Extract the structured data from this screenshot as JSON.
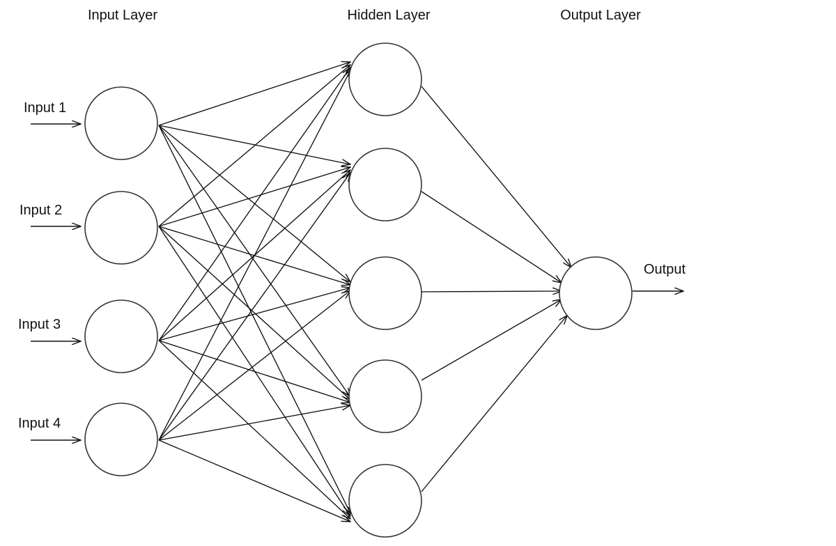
{
  "layers": {
    "input": {
      "title": "Input Layer",
      "nodes": [
        "Input 1",
        "Input 2",
        "Input 3",
        "Input 4"
      ]
    },
    "hidden": {
      "title": "Hidden Layer",
      "node_count": 5
    },
    "output": {
      "title": "Output Layer",
      "label": "Output"
    }
  },
  "colors": {
    "stroke": "#111111",
    "node_fill": "#ffffff",
    "background": "#ffffff"
  },
  "connectivity": "fully-connected"
}
